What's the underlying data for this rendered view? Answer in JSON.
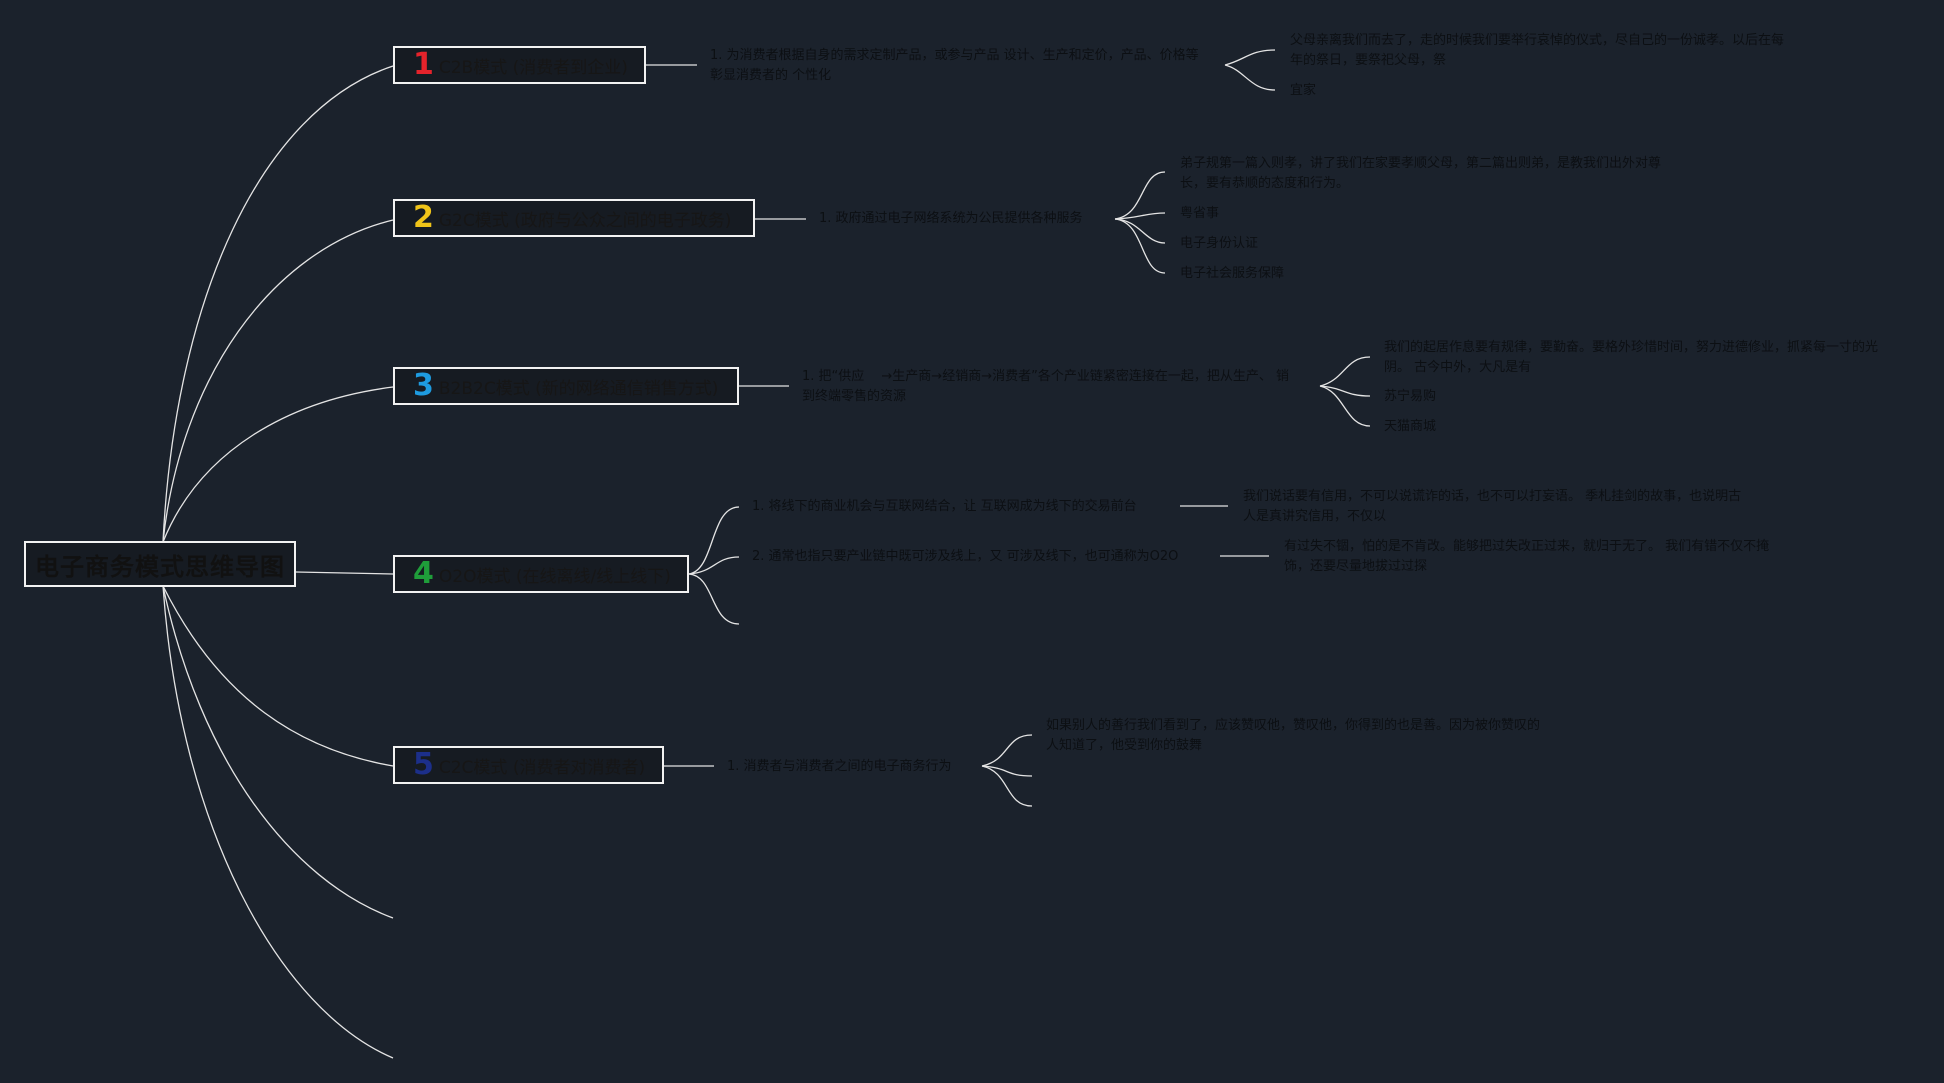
{
  "root": {
    "label": "电子商务模式思维导图"
  },
  "branches": [
    {
      "num": "1",
      "num_color": "#e5232b",
      "label": "C2B模式 (消费者到企业)",
      "details": [
        "1. 为消费者根据自身的需求定制产品，或参与产品 设计、生产和定价，产品、价格等彰显消费者的 个性化"
      ],
      "notes": [
        "父母亲离我们而去了，走的时候我们要举行哀悼的仪式，尽自己的一份诚孝。以后在每年的祭日，要祭祀父母，祭",
        "宜家"
      ]
    },
    {
      "num": "2",
      "num_color": "#f0c419",
      "label": "G2C模式 (政府与公众之间的电子政务)",
      "details": [
        "1. 政府通过电子网络系统为公民提供各种服务"
      ],
      "notes": [
        "弟子规第一篇入则孝，讲了我们在家要孝顺父母，第二篇出则弟，是教我们出外对尊长，要有恭顺的态度和行为。",
        "粤省事",
        "电子身份认证",
        "电子社会服务保障"
      ]
    },
    {
      "num": "3",
      "num_color": "#1e9be0",
      "label": "B2B2C模式 (新的网络通信销售方式)",
      "details": [
        "1. 把“供应　 →生产商→经销商→消费者”各个产业链紧密连接在一起，把从生产、 销到终端零售的资源"
      ],
      "notes": [
        "我们的起居作息要有规律，要勤奋。要格外珍惜时间，努力进德修业，抓紧每一寸的光阴。 古今中外，大凡是有",
        "苏宁易购",
        "天猫商城"
      ]
    },
    {
      "num": "4",
      "num_color": "#1f9d3a",
      "label": "O2O模式 (在线离线/线上线下)",
      "details": [
        "1. 将线下的商业机会与互联网结合，让 互联网成为线下的交易前台",
        "2. 通常也指只要产业链中既可涉及线上，又 可涉及线下，也可通称为O2O"
      ],
      "notes": [
        "我们说话要有信用，不可以说谎诈的话，也不可以打妄语。 季札挂剑的故事，也说明古人是真讲究信用，不仅以",
        "有过失不锢，怕的是不肯改。能够把过失改正过来，就归于无了。 我们有错不仅不掩饰，还要尽量地拔过过探"
      ]
    },
    {
      "num": "5",
      "num_color": "#1c2f8a",
      "label": "C2C模式 (消费者对消费者)",
      "details": [
        "1. 消费者与消费者之间的电子商务行为"
      ],
      "notes": [
        "如果别人的善行我们看到了，应该赞叹他，赞叹他，你得到的也是善。因为被你赞叹的人知道了，他受到你的鼓舞"
      ]
    }
  ]
}
